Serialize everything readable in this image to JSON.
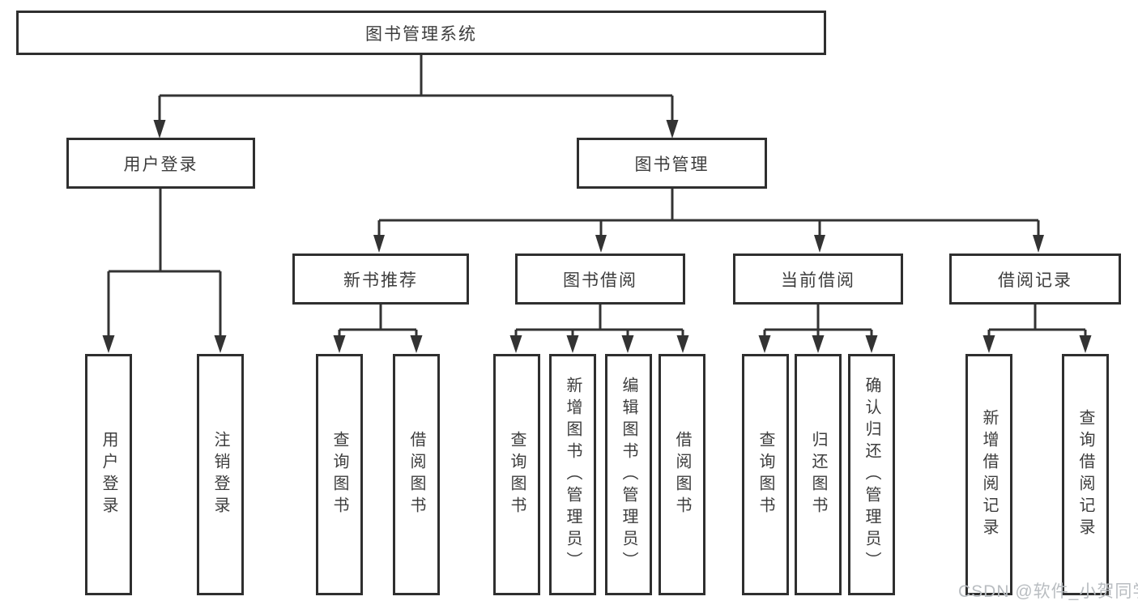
{
  "page": {
    "background": "#ffffff"
  },
  "colors": {
    "line": "#333333",
    "box_border": "#2f2f2f",
    "text": "#3d3d3d",
    "watermark": "#b9bdc1"
  },
  "nodes": {
    "root": "图书管理系统",
    "user_login": "用户登录",
    "book_mgmt": "图书管理",
    "new_book_rec": "新书推荐",
    "book_borrow": "图书借阅",
    "current_borrow": "当前借阅",
    "borrow_record": "借阅记录",
    "ul_login": "用户登录",
    "ul_logout": "注销登录",
    "nr_query": "查询图书",
    "nr_borrow": "借阅图书",
    "bb_query": "查询图书",
    "bb_add": "新增图书（管理员）",
    "bb_edit": "编辑图书（管理员）",
    "bb_borrow": "借阅图书",
    "cb_query": "查询图书",
    "cb_return": "归还图书",
    "cb_confirm": "确认归还（管理员）",
    "br_add": "新增借阅记录",
    "br_query": "查询借阅记录"
  },
  "watermark": "CSDN @软件_小贺同学"
}
